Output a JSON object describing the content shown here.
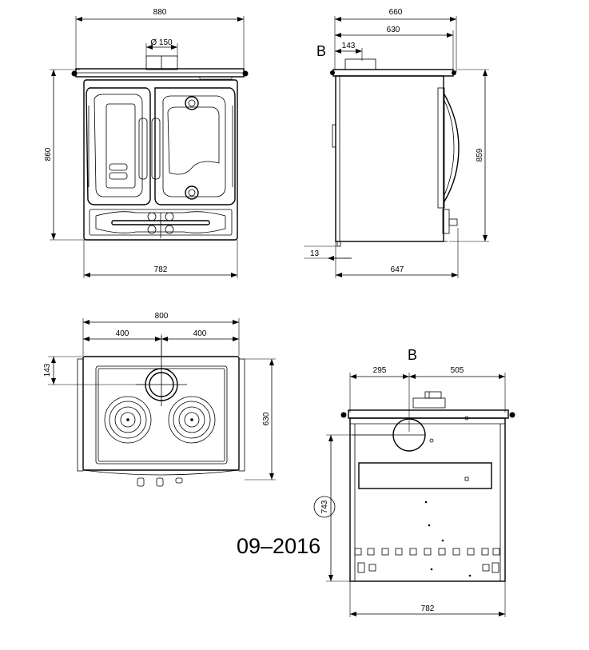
{
  "diagram": {
    "front_view": {
      "width_total": "880",
      "flue_diameter": "Ø 150",
      "height": "860",
      "body_width": "782"
    },
    "side_view": {
      "depth_total": "660",
      "depth_top": "630",
      "flue_offset": "143",
      "flue_label": "B",
      "height": "859",
      "foot_height": "13",
      "depth_body": "647"
    },
    "top_view": {
      "width": "800",
      "half_left": "400",
      "half_right": "400",
      "flue_offset": "143",
      "depth": "630"
    },
    "rear_view": {
      "flue_label": "B",
      "offset_left": "295",
      "offset_right": "505",
      "flue_height": "743",
      "width": "782"
    },
    "date": "09–2016"
  }
}
